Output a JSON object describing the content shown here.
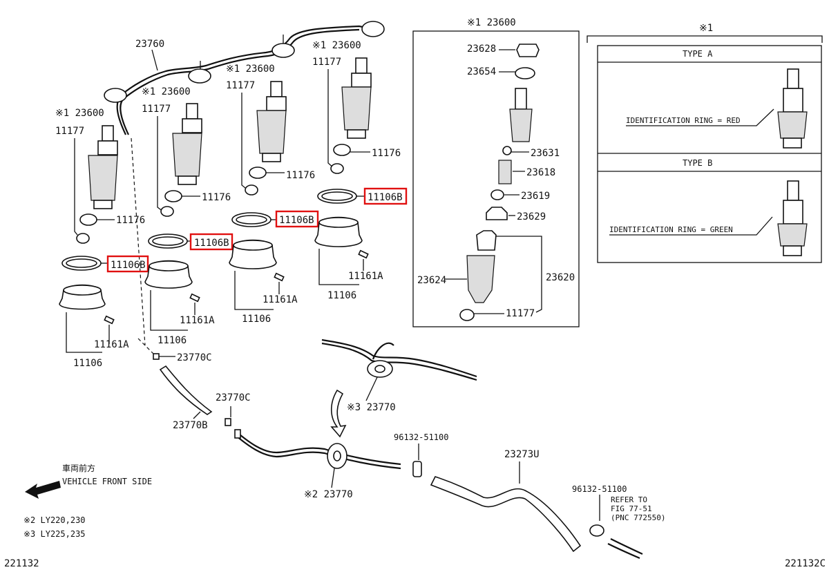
{
  "diagram": {
    "callout_labels": {
      "pipe_top": "23760",
      "inj1_ref": "※1 23600",
      "inj2_ref": "※1 23600",
      "inj3_ref": "※1 23600",
      "inj4_ref": "※1 23600",
      "inj1_11177": "11177",
      "inj2_11177": "11177",
      "inj3_11177": "11177",
      "inj4_11177": "11177",
      "s1_11176": "11176",
      "s2_11176": "11176",
      "s3_11176": "11176",
      "s4_11176": "11176",
      "g1": "11106B",
      "g2": "11106B",
      "g3": "11106B",
      "g4": "11106B",
      "p1_11161": "11161A",
      "p2_11161": "11161A",
      "p3_11161": "11161A",
      "p4_11161": "11161A",
      "h1": "11106",
      "h2": "11106",
      "h3": "11106",
      "h4": "11106",
      "clip1": "23770C",
      "clip2": "23770C",
      "hose": "23770B",
      "pipe_mid": "※3 23770",
      "pipe_low": "※2 23770",
      "clamp1": "96132-51100",
      "clamp2": "96132-51100",
      "hose2": "23273U",
      "refer1": "REFER TO",
      "refer2": "FIG 77-51",
      "refer3": "(PNC 772550)"
    },
    "exploded_box": {
      "title": "※1 23600",
      "parts": [
        "23628",
        "23654",
        "23631",
        "23618",
        "23619",
        "23629",
        "23624",
        "23620",
        "11177"
      ]
    },
    "type_box": {
      "title": "※1",
      "type_a": "TYPE A",
      "type_a_note": "IDENTIFICATION RING = RED",
      "type_b": "TYPE B",
      "type_b_note": "IDENTIFICATION RING = GREEN"
    },
    "front": {
      "jp": "車両前方",
      "en": "VEHICLE FRONT SIDE"
    },
    "notes": [
      "※2  LY220,230",
      "※3  LY225,235"
    ],
    "code_left": "221132",
    "code_right": "221132C",
    "highlight_color": "#e01010"
  }
}
